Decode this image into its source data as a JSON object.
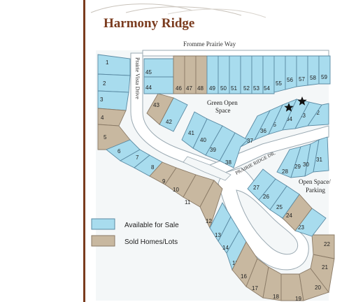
{
  "title": "Harmony Ridge",
  "streets": {
    "fromme": "Fromme Prairie Way",
    "vista": "Prairie Vista Drive",
    "ridge": "PRAIRIE RIDGE DR."
  },
  "open_space": {
    "green_line1": "Green Open",
    "green_line2": "Space",
    "parking_line1": "Open Space/",
    "parking_line2": "Parking"
  },
  "legend": {
    "available": "Available for Sale",
    "sold": "Sold Homes/Lots"
  },
  "colors": {
    "available": "#a8dcee",
    "sold": "#c8b8a0",
    "border": "#5a8aa3",
    "title": "#7a3b1e",
    "sidebar": "#7a3b1e",
    "road": "#ffffff"
  },
  "lots": [
    {
      "id": "1",
      "status": "available"
    },
    {
      "id": "2",
      "status": "available"
    },
    {
      "id": "3",
      "status": "available"
    },
    {
      "id": "4",
      "status": "sold"
    },
    {
      "id": "5",
      "status": "sold"
    },
    {
      "id": "6",
      "status": "available"
    },
    {
      "id": "7",
      "status": "available"
    },
    {
      "id": "8",
      "status": "available"
    },
    {
      "id": "9",
      "status": "sold"
    },
    {
      "id": "10",
      "status": "sold"
    },
    {
      "id": "11",
      "status": "sold"
    },
    {
      "id": "12",
      "status": "sold"
    },
    {
      "id": "13",
      "status": "available"
    },
    {
      "id": "14",
      "status": "available"
    },
    {
      "id": "15",
      "status": "available"
    },
    {
      "id": "16",
      "status": "sold"
    },
    {
      "id": "17",
      "status": "sold"
    },
    {
      "id": "18",
      "status": "sold"
    },
    {
      "id": "19",
      "status": "sold"
    },
    {
      "id": "20",
      "status": "sold"
    },
    {
      "id": "21",
      "status": "sold"
    },
    {
      "id": "22",
      "status": "sold"
    },
    {
      "id": "23",
      "status": "available"
    },
    {
      "id": "24",
      "status": "sold"
    },
    {
      "id": "25",
      "status": "available"
    },
    {
      "id": "26",
      "status": "available"
    },
    {
      "id": "27",
      "status": "available"
    },
    {
      "id": "28",
      "status": "available"
    },
    {
      "id": "29",
      "status": "available"
    },
    {
      "id": "30",
      "status": "available"
    },
    {
      "id": "31",
      "status": "available"
    },
    {
      "id": "32",
      "status": "available"
    },
    {
      "id": "33",
      "status": "available"
    },
    {
      "id": "34",
      "status": "available"
    },
    {
      "id": "35",
      "status": "available"
    },
    {
      "id": "36",
      "status": "available"
    },
    {
      "id": "37",
      "status": "available"
    },
    {
      "id": "38",
      "status": "available"
    },
    {
      "id": "39",
      "status": "available"
    },
    {
      "id": "40",
      "status": "available"
    },
    {
      "id": "41",
      "status": "available"
    },
    {
      "id": "42",
      "status": "available"
    },
    {
      "id": "43",
      "status": "sold"
    },
    {
      "id": "44",
      "status": "available"
    },
    {
      "id": "45",
      "status": "available"
    },
    {
      "id": "46",
      "status": "sold"
    },
    {
      "id": "47",
      "status": "sold"
    },
    {
      "id": "48",
      "status": "sold"
    },
    {
      "id": "49",
      "status": "available"
    },
    {
      "id": "50",
      "status": "available"
    },
    {
      "id": "51",
      "status": "available"
    },
    {
      "id": "52",
      "status": "available"
    },
    {
      "id": "53",
      "status": "available"
    },
    {
      "id": "54",
      "status": "available"
    },
    {
      "id": "55",
      "status": "available"
    },
    {
      "id": "56",
      "status": "available"
    },
    {
      "id": "57",
      "status": "available"
    },
    {
      "id": "58",
      "status": "available"
    },
    {
      "id": "59",
      "status": "available"
    }
  ],
  "starred_lots": [
    "34",
    "33"
  ]
}
